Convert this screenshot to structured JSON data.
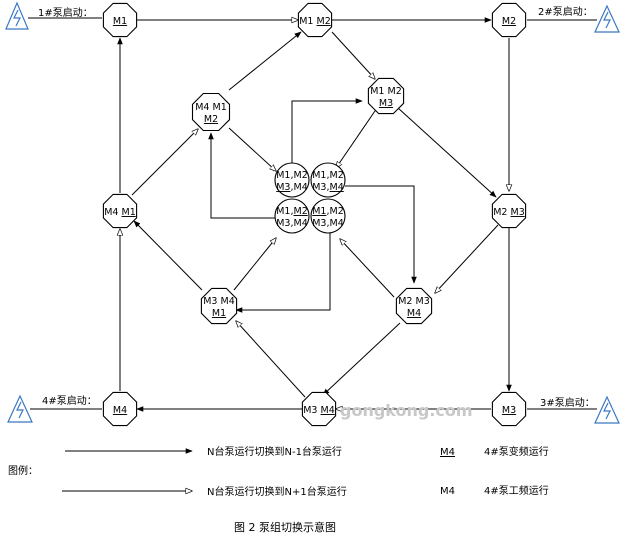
{
  "starts": {
    "pump1": "1#泵启动：",
    "pump2": "2#泵启动：",
    "pump3": "3#泵启动：",
    "pump4": "4#泵启动："
  },
  "nodes": {
    "n_m1": {
      "l1": "M1",
      "l2": ""
    },
    "n_m12": {
      "l1": "M1 M2",
      "l2": ""
    },
    "n_m2": {
      "l1": "M2",
      "l2": ""
    },
    "n_m41": {
      "l1": "M4 M1",
      "l2": ""
    },
    "n_m23": {
      "l1": "M2 M3",
      "l2": ""
    },
    "n_m4": {
      "l1": "M4",
      "l2": ""
    },
    "n_m34": {
      "l1": "M3 M4",
      "l2": ""
    },
    "n_m3": {
      "l1": "M3",
      "l2": ""
    },
    "n_m4m1_m2": {
      "l1": "M4 M1",
      "l2": "M2"
    },
    "n_m1m2_m3": {
      "l1": "M1 M2",
      "l2": "M3"
    },
    "n_m2m3_m4": {
      "l1": "M2 M3",
      "l2": "M4"
    },
    "n_m3m4_m1": {
      "l1": "M3 M4",
      "l2": "M1"
    },
    "c_tl": {
      "l1": "M1,M2",
      "l2": "M3,M4"
    },
    "c_tr": {
      "l1": "M1,M2",
      "l2": "M3,M4"
    },
    "c_bl": {
      "l1": "M1,M2",
      "l2": "M3,M4"
    },
    "c_br": {
      "l1": "M1,M2",
      "l2": "M3,M4"
    }
  },
  "legend": {
    "title": "图例：",
    "arrow_n_minus": "N台泵运行切换到N-1台泵运行",
    "arrow_n_plus": "N台泵运行切换到N+1台泵运行",
    "vf_sample": "M4",
    "vf_desc": "4#泵变频运行",
    "pf_sample": "M4",
    "pf_desc": "4#泵工频运行"
  },
  "watermark": "gongkong.com",
  "caption": "图 2 泵组切换示意图"
}
